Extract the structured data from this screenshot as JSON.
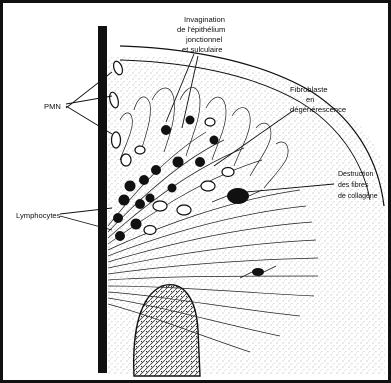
{
  "labels": {
    "invagination_line1": "Invagination",
    "invagination_line2": "de l'épithélium",
    "invagination_line3": "jonctionnel",
    "invagination_line4": "et sulculaire",
    "fibroblaste_line1": "Fibroblaste",
    "fibroblaste_line2": "en",
    "fibroblaste_line3": "dégénérescence",
    "destruction_line1": "Destruction",
    "destruction_line2": "des fibres",
    "destruction_line3": "de collagène",
    "pmn": "PMN",
    "lymphocytes": "Lymphocytes"
  },
  "colors": {
    "ink": "#111111",
    "paper": "#ffffff",
    "stipple": "#9a9a9a"
  }
}
